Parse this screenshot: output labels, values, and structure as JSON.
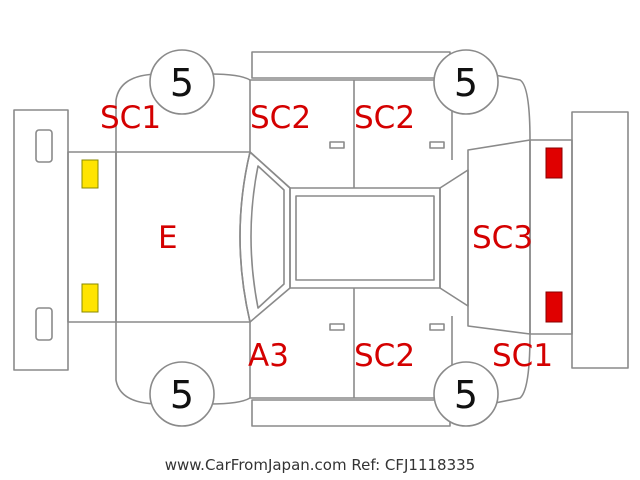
{
  "tires": {
    "front_left": "5",
    "rear_left": "5",
    "front_right": "5",
    "rear_right": "5"
  },
  "damage_codes": {
    "left_front_fender": "SC1",
    "left_front_door": "SC2",
    "left_rear_door": "SC2",
    "hood": "E",
    "tailgate": "SC3",
    "right_front_door": "A3",
    "right_rear_door": "SC2",
    "right_rear_fender": "SC1"
  },
  "markers": {
    "front_lamps_color": "#ffe400",
    "rear_lamps_color": "#e00000"
  },
  "footer": "www.CarFromJapan.com Ref: CFJ1118335"
}
